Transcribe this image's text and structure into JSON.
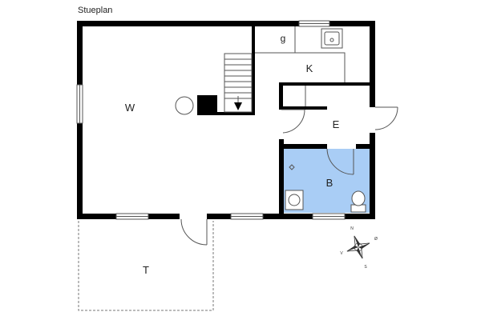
{
  "plan": {
    "title": "Stueplan",
    "rooms": {
      "living": "W",
      "kitchen": "K",
      "storage": "g",
      "entrance": "E",
      "bathroom": "B",
      "terrace": "T"
    },
    "compass": {
      "n": "N",
      "e": "Ø",
      "s": "S",
      "w": "V"
    },
    "colors": {
      "wall": "#000000",
      "bathroom_fill": "#a9cdf5",
      "line": "#555555",
      "window_fill": "#ffffff"
    }
  }
}
